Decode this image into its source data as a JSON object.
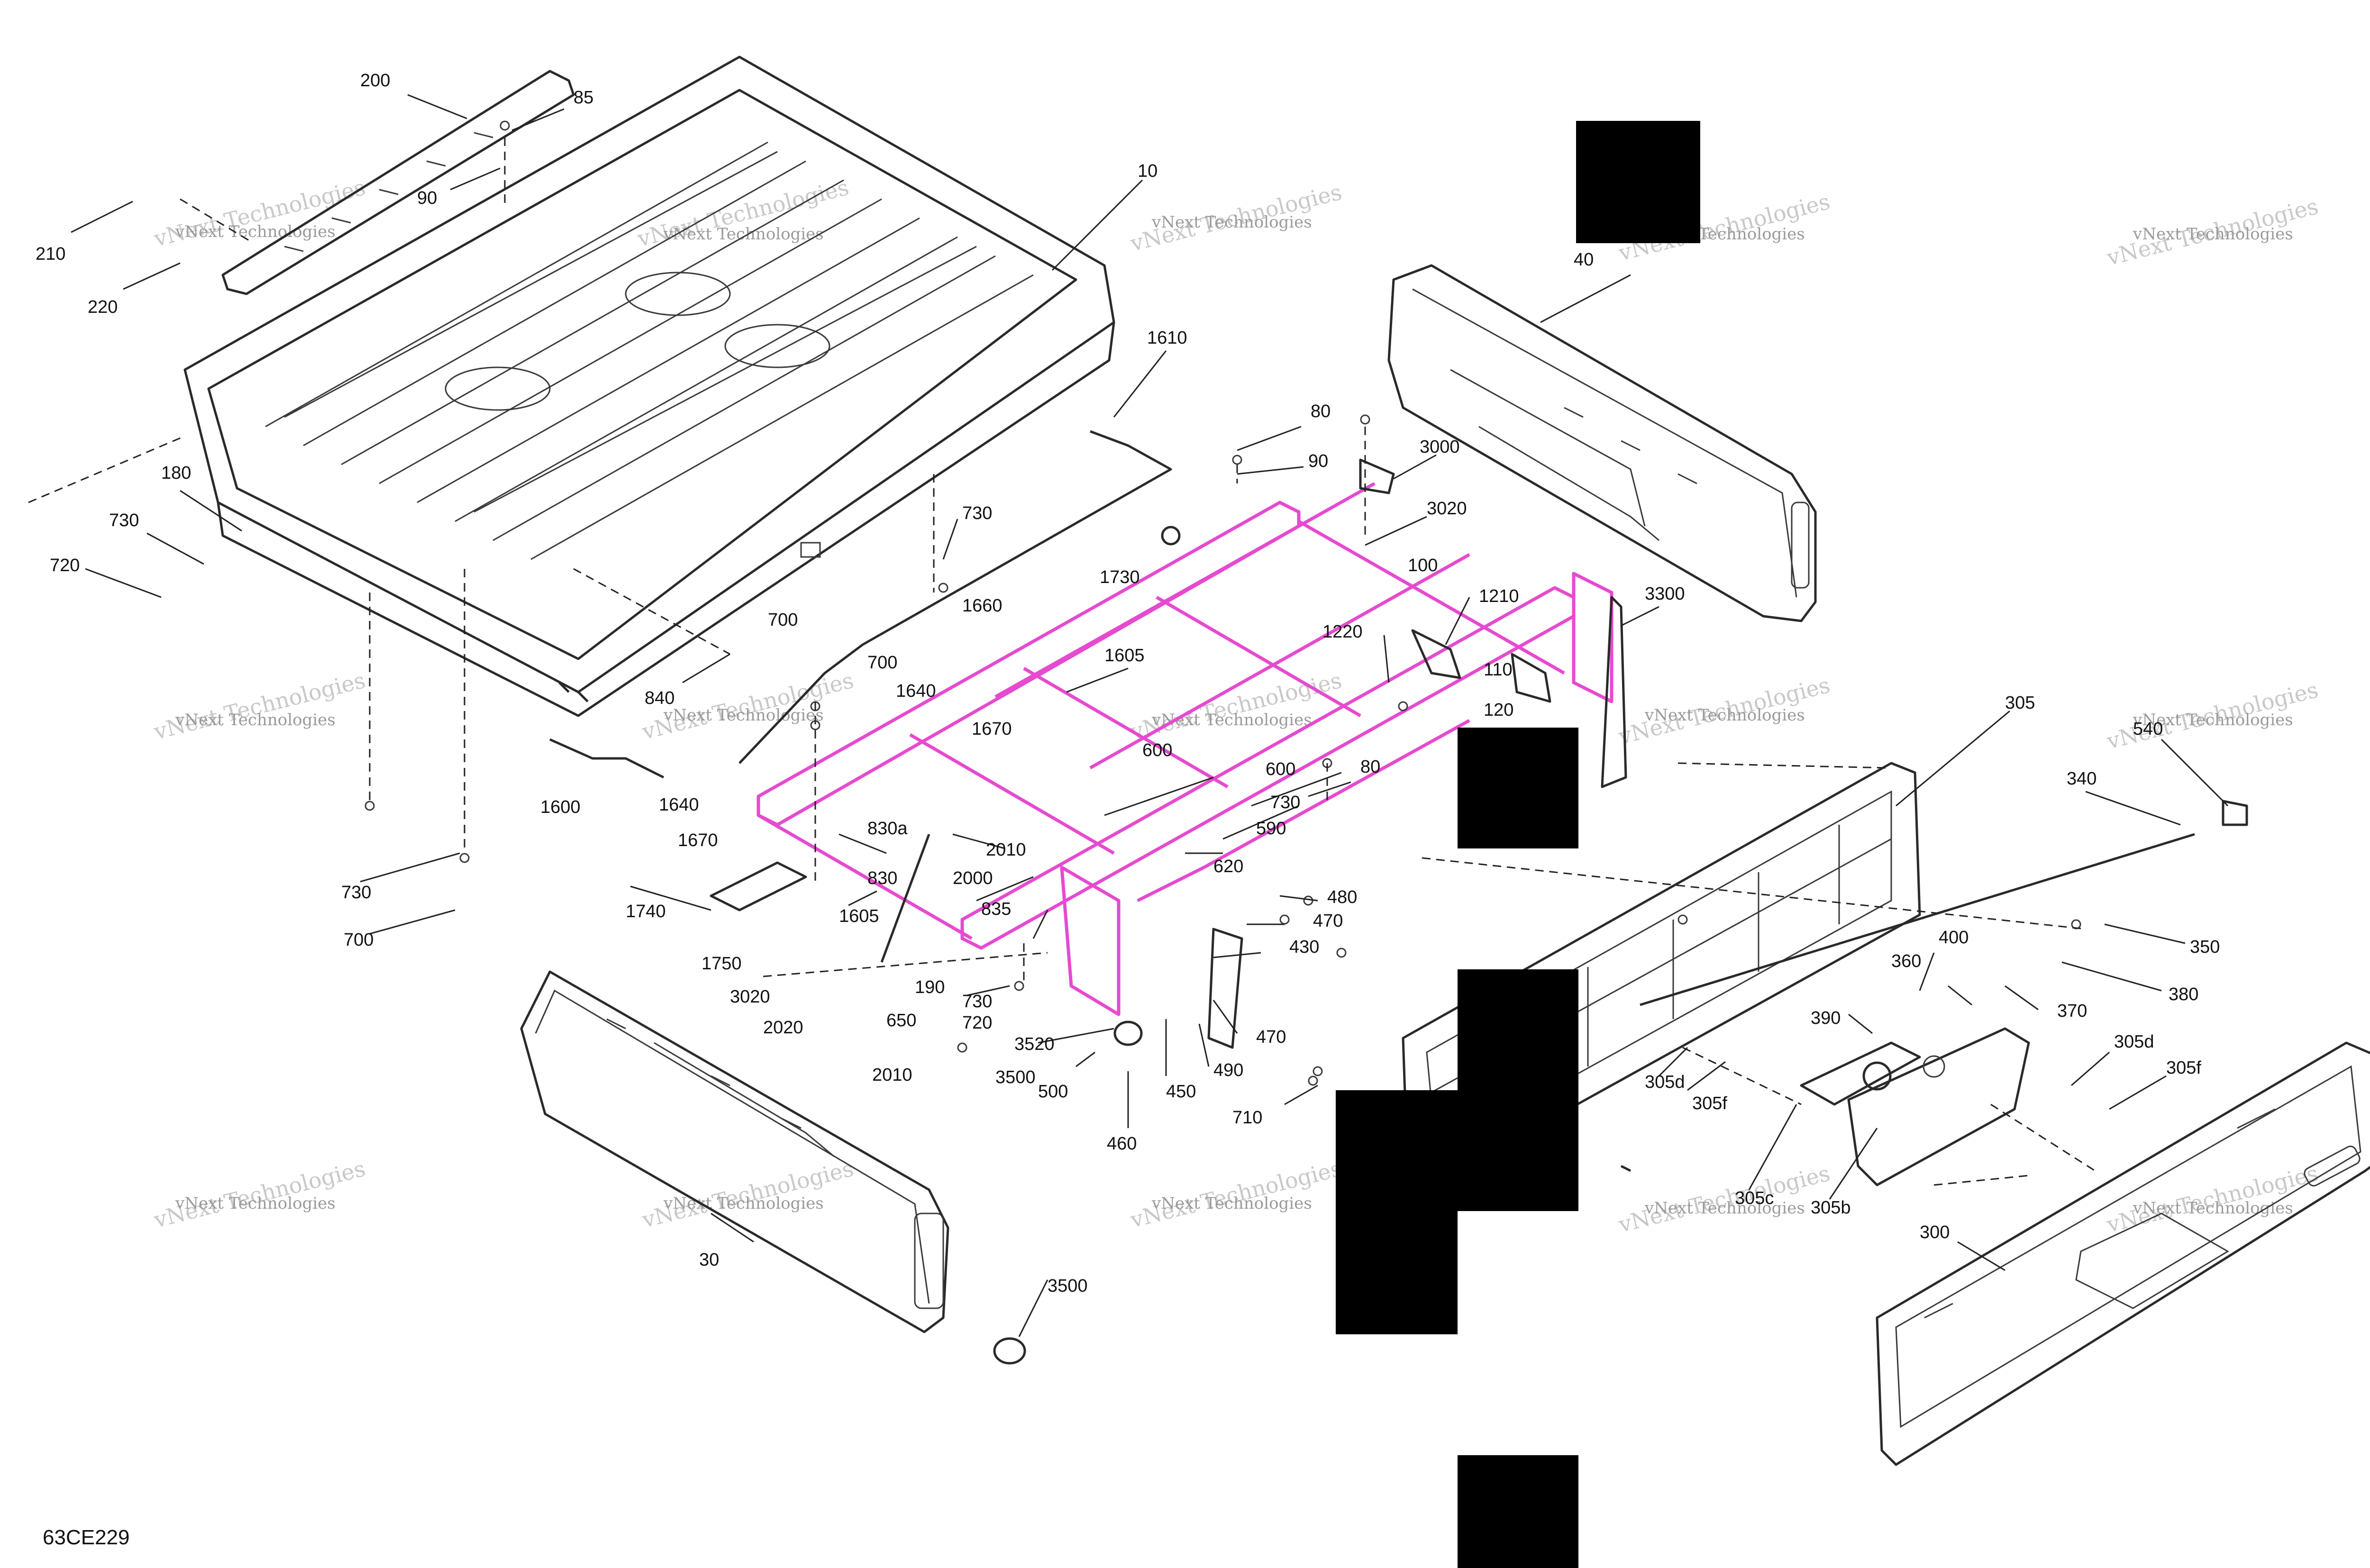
{
  "diagram_code": "63CE229",
  "watermark": {
    "line1": "vNext Technologies",
    "line2": "vNext Technologies"
  },
  "colors": {
    "highlight_frame": "#e64ad0",
    "line_art": "#2a2a2a",
    "redaction": "#000000"
  },
  "callouts": {
    "c10": "10",
    "c30": "30",
    "c40": "40",
    "c80a": "80",
    "c80b": "80",
    "c85": "85",
    "c90a": "90",
    "c90b": "90",
    "c100": "100",
    "c110": "110",
    "c120": "120",
    "c180": "180",
    "c190": "190",
    "c200": "200",
    "c210": "210",
    "c220": "220",
    "c300": "300",
    "c305": "305",
    "c305b": "305b",
    "c305c": "305c",
    "c305d1": "305d",
    "c305d2": "305d",
    "c305f1": "305f",
    "c305f2": "305f",
    "c340": "340",
    "c350": "350",
    "c360": "360",
    "c370": "370",
    "c380": "380",
    "c390": "390",
    "c400": "400",
    "c430": "430",
    "c450": "450",
    "c460": "460",
    "c470a": "470",
    "c470b": "470",
    "c480": "480",
    "c490": "490",
    "c500": "500",
    "c540": "540",
    "c590": "590",
    "c600a": "600",
    "c600b": "600",
    "c620": "620",
    "c650": "650",
    "c700a": "700",
    "c700b": "700",
    "c700c": "700",
    "c710": "710",
    "c720a": "720",
    "c720b": "720",
    "c730a": "730",
    "c730b": "730",
    "c730c": "730",
    "c730d": "730",
    "c730e": "730",
    "c830": "830",
    "c830a": "830a",
    "c835": "835",
    "c840": "840",
    "c1210": "1210",
    "c1220": "1220",
    "c1600": "1600",
    "c1605a": "1605",
    "c1605b": "1605",
    "c1610": "1610",
    "c1640a": "1640",
    "c1640b": "1640",
    "c1660": "1660",
    "c1670a": "1670",
    "c1670b": "1670",
    "c1730": "1730",
    "c1740": "1740",
    "c1750": "1750",
    "c2000": "2000",
    "c2010a": "2010",
    "c2010b": "2010",
    "c2020": "2020",
    "c3000": "3000",
    "c3020a": "3020",
    "c3020b": "3020",
    "c3300": "3300",
    "c3500a": "3500",
    "c3500b": "3500",
    "c3520": "3520"
  }
}
